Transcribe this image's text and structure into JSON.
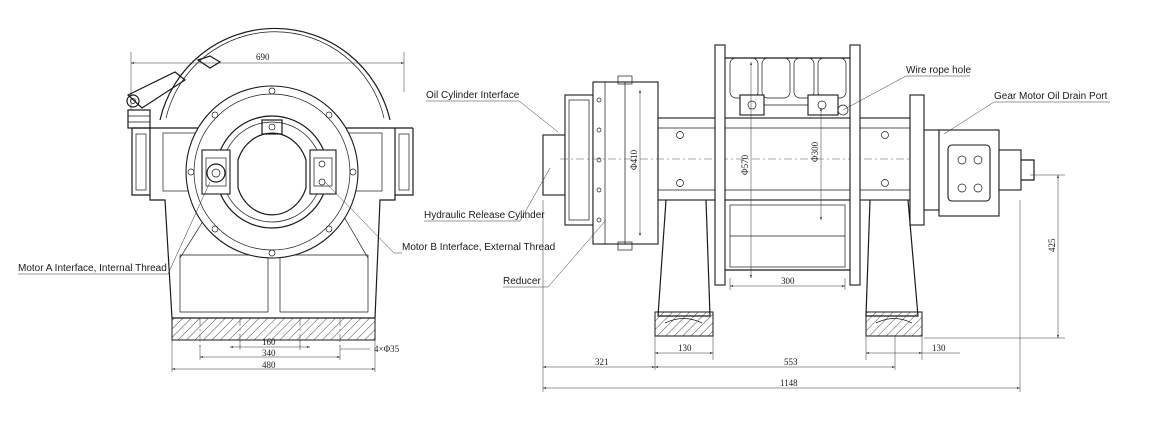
{
  "labels": {
    "oil_cylinder_interface": "Oil Cylinder Interface",
    "wire_rope_hole": "Wire rope hole",
    "gear_motor_oil_drain_port": "Gear Motor Oil Drain Port",
    "hydraulic_release_cylinder": "Hydraulic Release Cylinder",
    "motor_b_interface": "Motor B Interface, External Thread",
    "motor_a_interface": "Motor A Interface, Internal Thread",
    "reducer": "Reducer"
  },
  "dimensions": {
    "side_top_width": "690",
    "side_bolt_160": "160",
    "side_bolt_340": "340",
    "side_base_480": "480",
    "side_hole": "4×Φ35",
    "front_flange_dia": "Φ410",
    "front_drum_dia": "Φ570",
    "front_core_dia": "Φ300",
    "front_drum_width": "300",
    "front_height": "425",
    "front_foot_left": "130",
    "front_offset": "321",
    "front_span": "553",
    "front_foot_right": "130",
    "front_total": "1148"
  }
}
